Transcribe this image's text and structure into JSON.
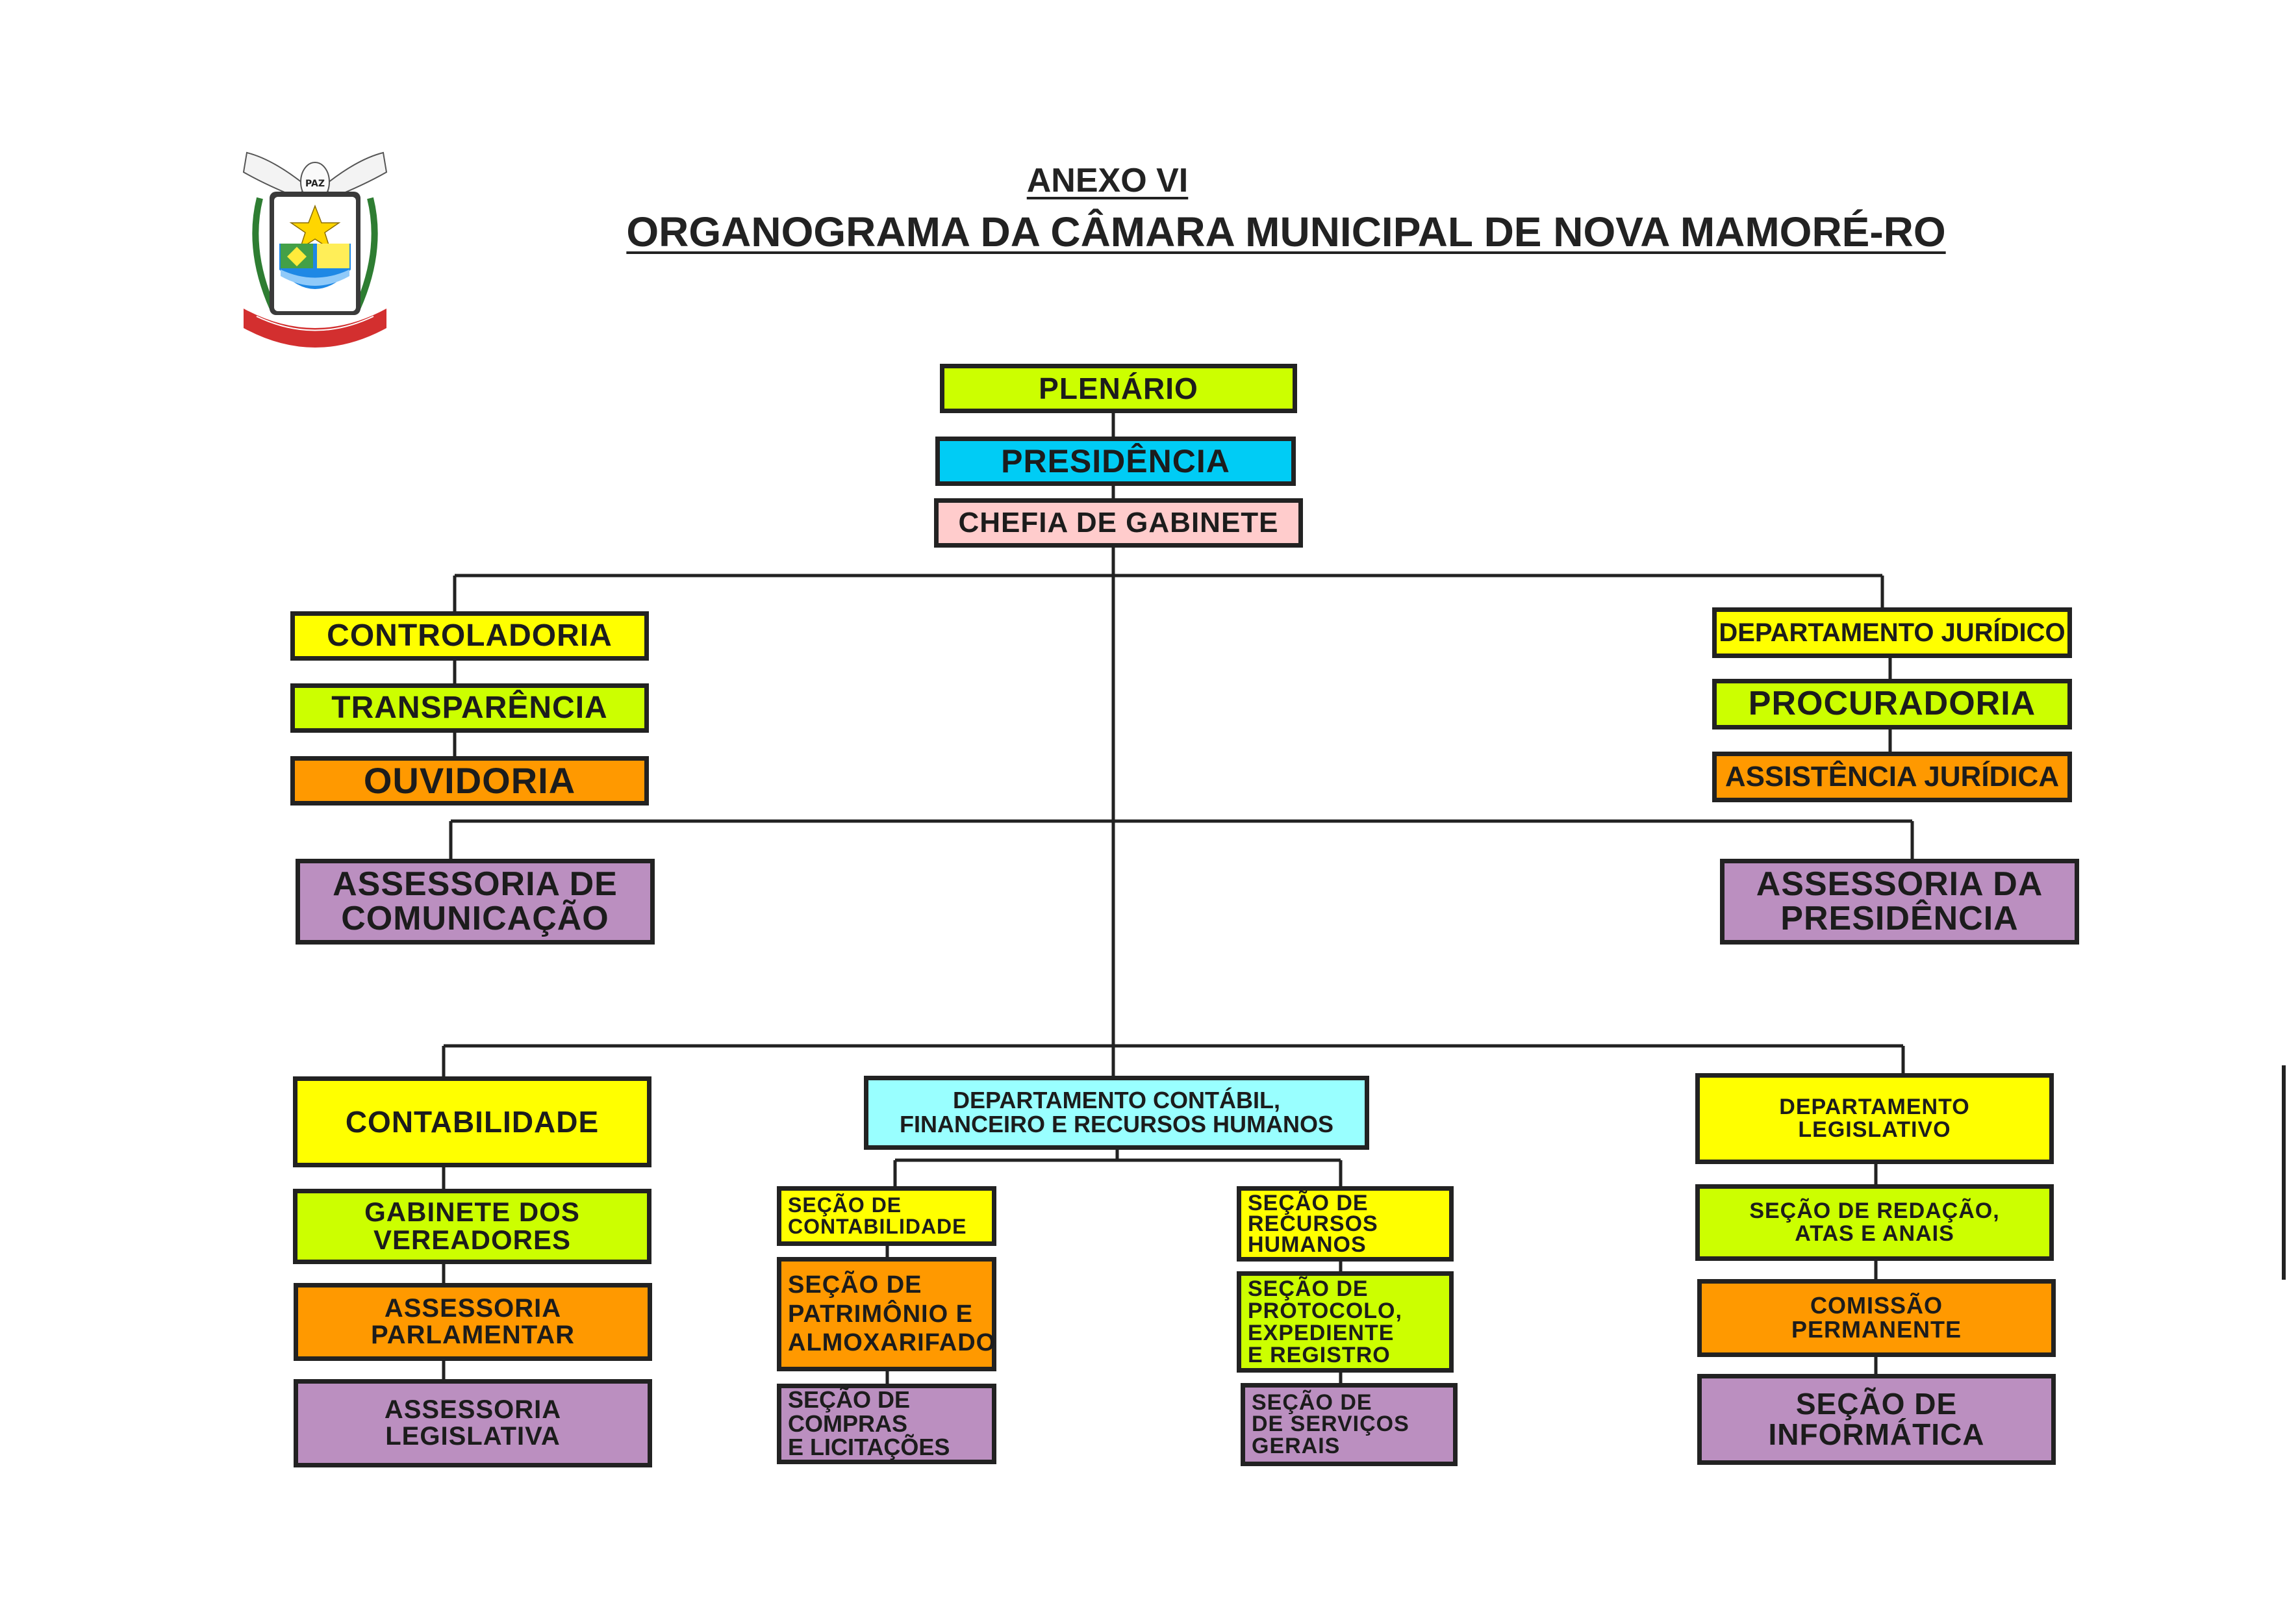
{
  "header": {
    "annex": "ANEXO VI",
    "title": "ORGANOGRAMA DA CÂMARA MUNICIPAL DE NOVA MAMORÉ-RO"
  },
  "emblem": {
    "paz": "PAZ"
  },
  "colors": {
    "lime": "#ccff00",
    "cyan": "#00ccf5",
    "pink": "#ffcccc",
    "yellow": "#ffff00",
    "orange": "#ff9900",
    "purple": "#bb8fc0",
    "light_cyan": "#99ffff",
    "line": "#222222"
  },
  "org": {
    "plenario": "PLENÁRIO",
    "presidencia": "PRESIDÊNCIA",
    "chefia_gabinete": "CHEFIA DE GABINETE",
    "controladoria": "CONTROLADORIA",
    "transparencia": "TRANSPARÊNCIA",
    "ouvidoria": "OUVIDORIA",
    "departamento_juridico": "DEPARTAMENTO JURÍDICO",
    "procuradoria": "PROCURADORIA",
    "assistencia_juridica": "ASSISTÊNCIA JURÍDICA",
    "assessoria_comunicacao": "ASSESSORIA DE\nCOMUNICAÇÃO",
    "assessoria_presidencia": "ASSESSORIA DA\nPRESIDÊNCIA",
    "contabilidade": "CONTABILIDADE",
    "gabinete_vereadores": "GABINETE DOS\nVEREADORES",
    "assessoria_parlamentar": "ASSESSORIA\nPARLAMENTAR",
    "assessoria_legislativa": "ASSESSORIA\nLEGISLATIVA",
    "departamento_contabil": "DEPARTAMENTO CONTÁBIL,\nFINANCEIRO E RECURSOS HUMANOS",
    "secao_contabilidade": "SEÇÃO DE\nCONTABILIDADE",
    "secao_patrimonio": "SEÇÃO DE\nPATRIMÔNIO E\nALMOXARIFADO",
    "secao_compras": "SEÇÃO DE COMPRAS\nE LICITAÇÕES",
    "secao_recursos_humanos": "SEÇÃO DE\nRECURSOS\nHUMANOS",
    "secao_protocolo": "SEÇÃO DE\nPROTOCOLO,\nEXPEDIENTE\nE REGISTRO",
    "secao_servicos_gerais": "SEÇÃO DE\nDE SERVIÇOS\nGERAIS",
    "departamento_legislativo": "DEPARTAMENTO\nLEGISLATIVO",
    "secao_redacao": "SEÇÃO DE REDAÇÃO,\nATAS E ANAIS",
    "comissao_permanente": "COMISSÃO\nPERMANENTE",
    "secao_informatica": "SEÇÃO DE\nINFORMÁTICA"
  }
}
